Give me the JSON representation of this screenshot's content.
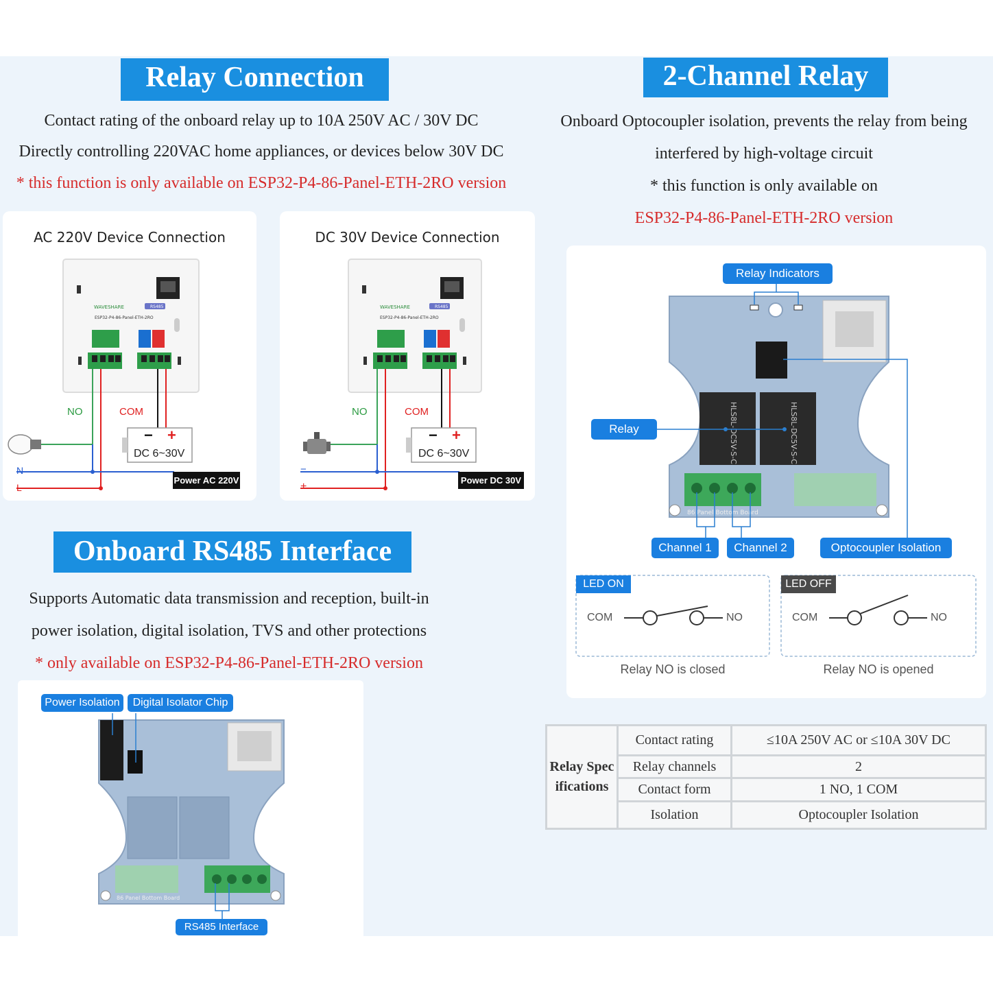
{
  "relay_connection": {
    "title": "Relay Connection",
    "line1": "Contact rating of the onboard relay up to 10A 250V AC / 30V DC",
    "line2": "Directly controlling 220VAC home appliances, or devices below 30V DC",
    "note": "* this function is only available on ESP32-P4-86-Panel-ETH-2RO version"
  },
  "ac_card": {
    "title": "AC 220V Device Connection",
    "brand": "WAVESHARE",
    "rs485": "RS485",
    "model": "ESP32-P4-86-Panel-ETH-2RO",
    "no": "NO",
    "com": "COM",
    "minus": "−",
    "plus": "+",
    "psu_label": "DC 6~30V",
    "n_label": "N",
    "l_label": "L",
    "power_label": "Power AC 220V"
  },
  "dc_card": {
    "title": "DC 30V Device Connection",
    "brand": "WAVESHARE",
    "rs485": "RS485",
    "model": "ESP32-P4-86-Panel-ETH-2RO",
    "no": "NO",
    "com": "COM",
    "minus": "−",
    "plus": "+",
    "psu_label": "DC 6~30V",
    "n_label": "−",
    "l_label": "+",
    "power_label": "Power DC 30V"
  },
  "two_channel": {
    "title": "2-Channel Relay",
    "line1": "Onboard Optocoupler isolation, prevents the relay from being",
    "line2": "interfered by high-voltage circuit",
    "line3": "* this function is only available on",
    "line4": "ESP32-P4-86-Panel-ETH-2RO version"
  },
  "board_diagram": {
    "relay_indicators": "Relay Indicators",
    "relay": "Relay",
    "channel1": "Channel 1",
    "channel2": "Channel 2",
    "optocoupler": "Optocoupler Isolation",
    "relay_part": "HLS8L-DC5V-S-C",
    "board_label": "86 Panel Bottom Board"
  },
  "led_on": {
    "badge": "LED ON",
    "com": "COM",
    "no": "NO",
    "caption": "Relay NO is closed"
  },
  "led_off": {
    "badge": "LED OFF",
    "com": "COM",
    "no": "NO",
    "caption": "Relay NO is opened"
  },
  "rs485": {
    "title": "Onboard RS485 Interface",
    "line1": "Supports Automatic data transmission and reception, built-in",
    "line2": "power isolation, digital isolation, TVS and other protections",
    "note": "* only available on ESP32-P4-86-Panel-ETH-2RO version",
    "power_isolation": "Power Isolation",
    "digital_isolator": "Digital Isolator Chip",
    "rs485_interface": "RS485 Interface",
    "board_label": "86 Panel Bottom Board"
  },
  "spec_table": {
    "header": "Relay Specifications",
    "rows": [
      {
        "label": "Contact rating",
        "value": "≤10A 250V AC or ≤10A 30V DC"
      },
      {
        "label": "Relay channels",
        "value": "2"
      },
      {
        "label": "Contact form",
        "value": "1 NO, 1 COM"
      },
      {
        "label": "Isolation",
        "value": "Optocoupler Isolation"
      }
    ]
  },
  "colors": {
    "banner_blue": "#1a8fe0",
    "tag_blue": "#1a7fe0",
    "note_red": "#d62b2b",
    "wire_green": "#3aa35a",
    "wire_red": "#e02020",
    "wire_blue": "#2a5fd0",
    "board_blue": "#a9bfd8"
  }
}
